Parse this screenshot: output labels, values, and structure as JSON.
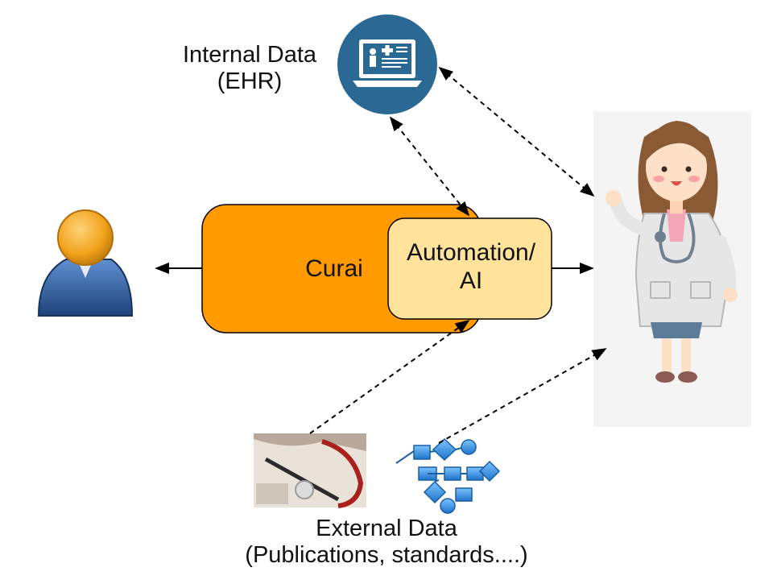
{
  "internal_data": {
    "line1": "Internal Data",
    "line2": "(EHR)"
  },
  "curai_label": "Curai",
  "automation": {
    "line1": "Automation/",
    "line2": "AI"
  },
  "external_data": {
    "line1": "External Data",
    "line2": "(Publications, standards....)"
  },
  "colors": {
    "curai_box": "#ff9b00",
    "automation_box": "#ffe39b",
    "ehr_circle": "#2b6995",
    "doctor_panel": "#f4f4f4",
    "patient_body": "#2d5a9a",
    "patient_head": "#f1a21a",
    "flowchart_blue": "#2e8fe0"
  },
  "icons": [
    "patient-icon",
    "ehr-laptop-icon",
    "doctor-illustration",
    "publications-photo",
    "flowchart-icon"
  ]
}
